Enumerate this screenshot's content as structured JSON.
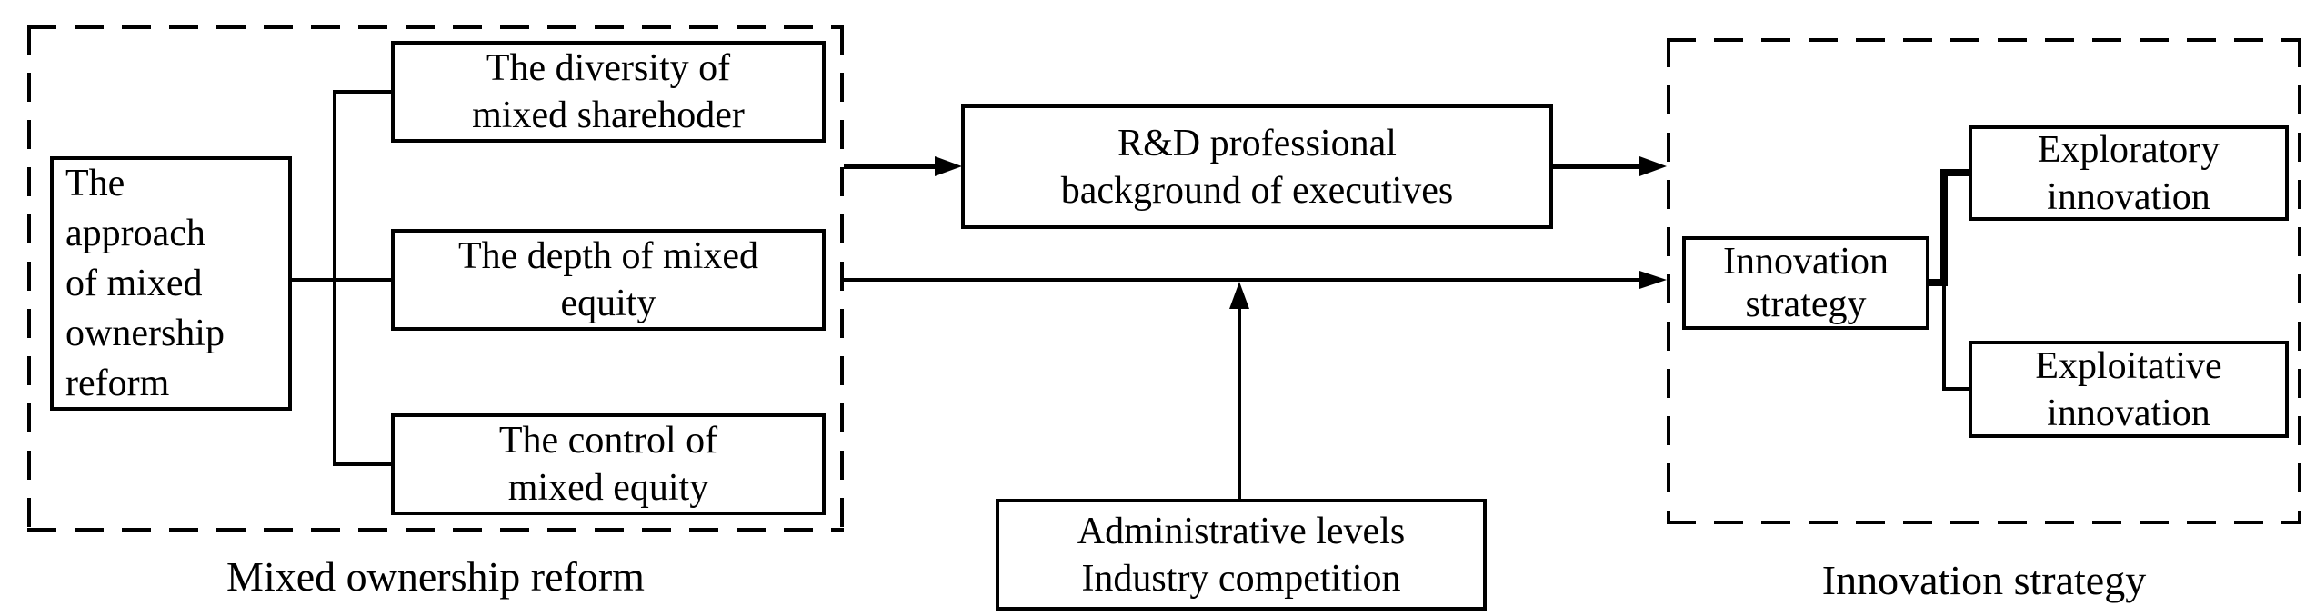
{
  "colors": {
    "ink": "#000000",
    "paper": "#ffffff"
  },
  "groups": {
    "mixed_ownership": {
      "caption": "Mixed ownership reform",
      "approach": "The\napproach\nof mixed\nownership\nreform",
      "diversity": "The diversity of\nmixed sharehoder",
      "depth": "The depth of mixed\nequity",
      "control": "The control of\nmixed equity"
    },
    "middle": {
      "mediator": "R&D professional\nbackground of executives",
      "moderators": "Administrative levels\nIndustry competition"
    },
    "innovation": {
      "caption": "Innovation strategy",
      "strategy": "Innovation\nstrategy",
      "exploratory": "Exploratory\ninnovation",
      "exploitative": "Exploitative\ninnovation"
    }
  }
}
